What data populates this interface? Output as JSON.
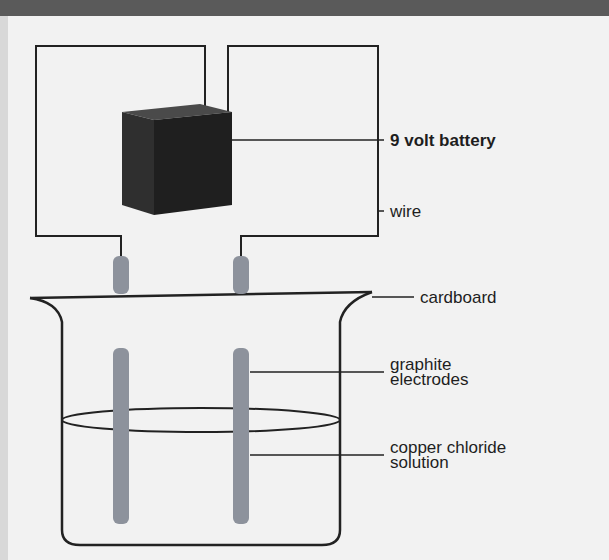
{
  "diagram": {
    "labels": [
      "9 volt battery",
      "wire",
      "cardboard",
      "graphite electrodes",
      "copper chloride solution"
    ]
  }
}
